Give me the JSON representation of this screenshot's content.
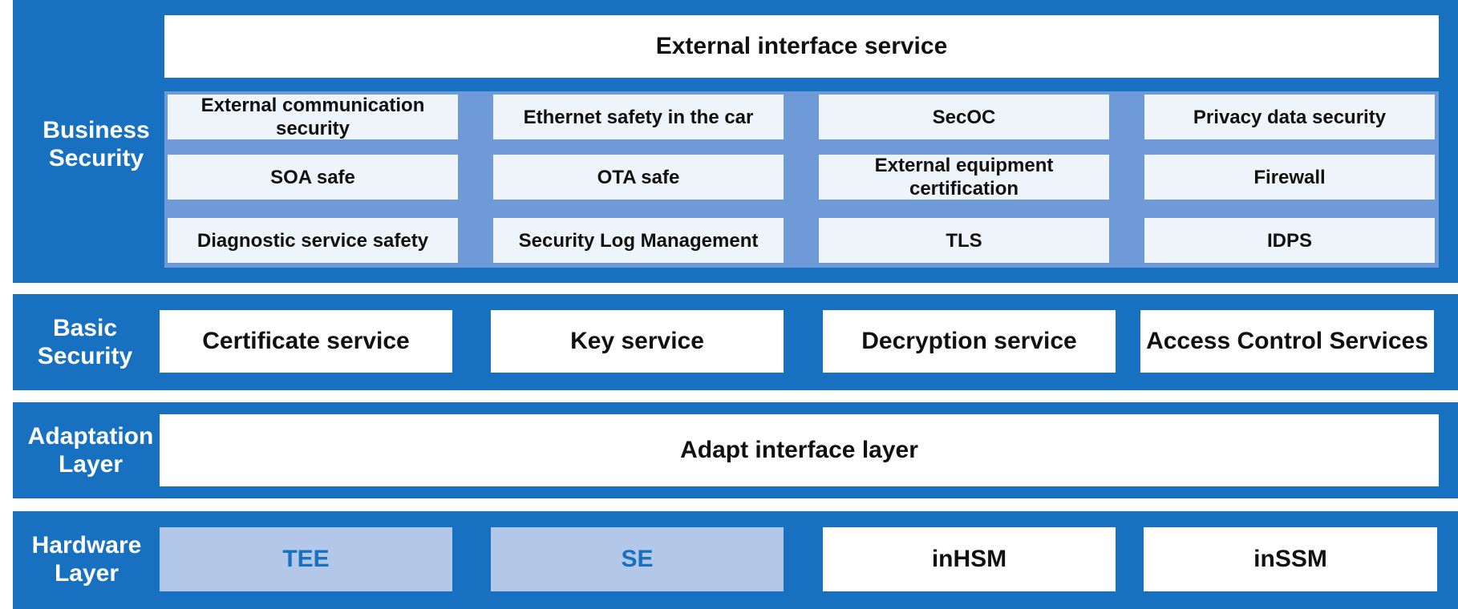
{
  "layers": {
    "business": {
      "label": "Business\nSecurity",
      "top_service": "External interface service",
      "cells": [
        [
          "External communication security",
          "Ethernet safety in the car",
          "SecOC",
          "Privacy data security"
        ],
        [
          "SOA safe",
          "OTA safe",
          "External equipment certification",
          "Firewall"
        ],
        [
          "Diagnostic service safety",
          "Security Log Management",
          "TLS",
          "IDPS"
        ]
      ]
    },
    "basic": {
      "label": "Basic\nSecurity",
      "services": [
        "Certificate service",
        "Key service",
        "Decryption service",
        "Access Control Services"
      ]
    },
    "adaptation": {
      "label": "Adaptation\nLayer",
      "service": "Adapt interface layer"
    },
    "hardware": {
      "label": "Hardware\nLayer",
      "items": [
        "TEE",
        "SE",
        "inHSM",
        "inSSM"
      ]
    }
  },
  "colors": {
    "band_blue": "#1870c0",
    "grid_blue": "#6e9bd8",
    "cell_fill": "#eff4fa",
    "hw_highlight": "#b3c7e8"
  }
}
